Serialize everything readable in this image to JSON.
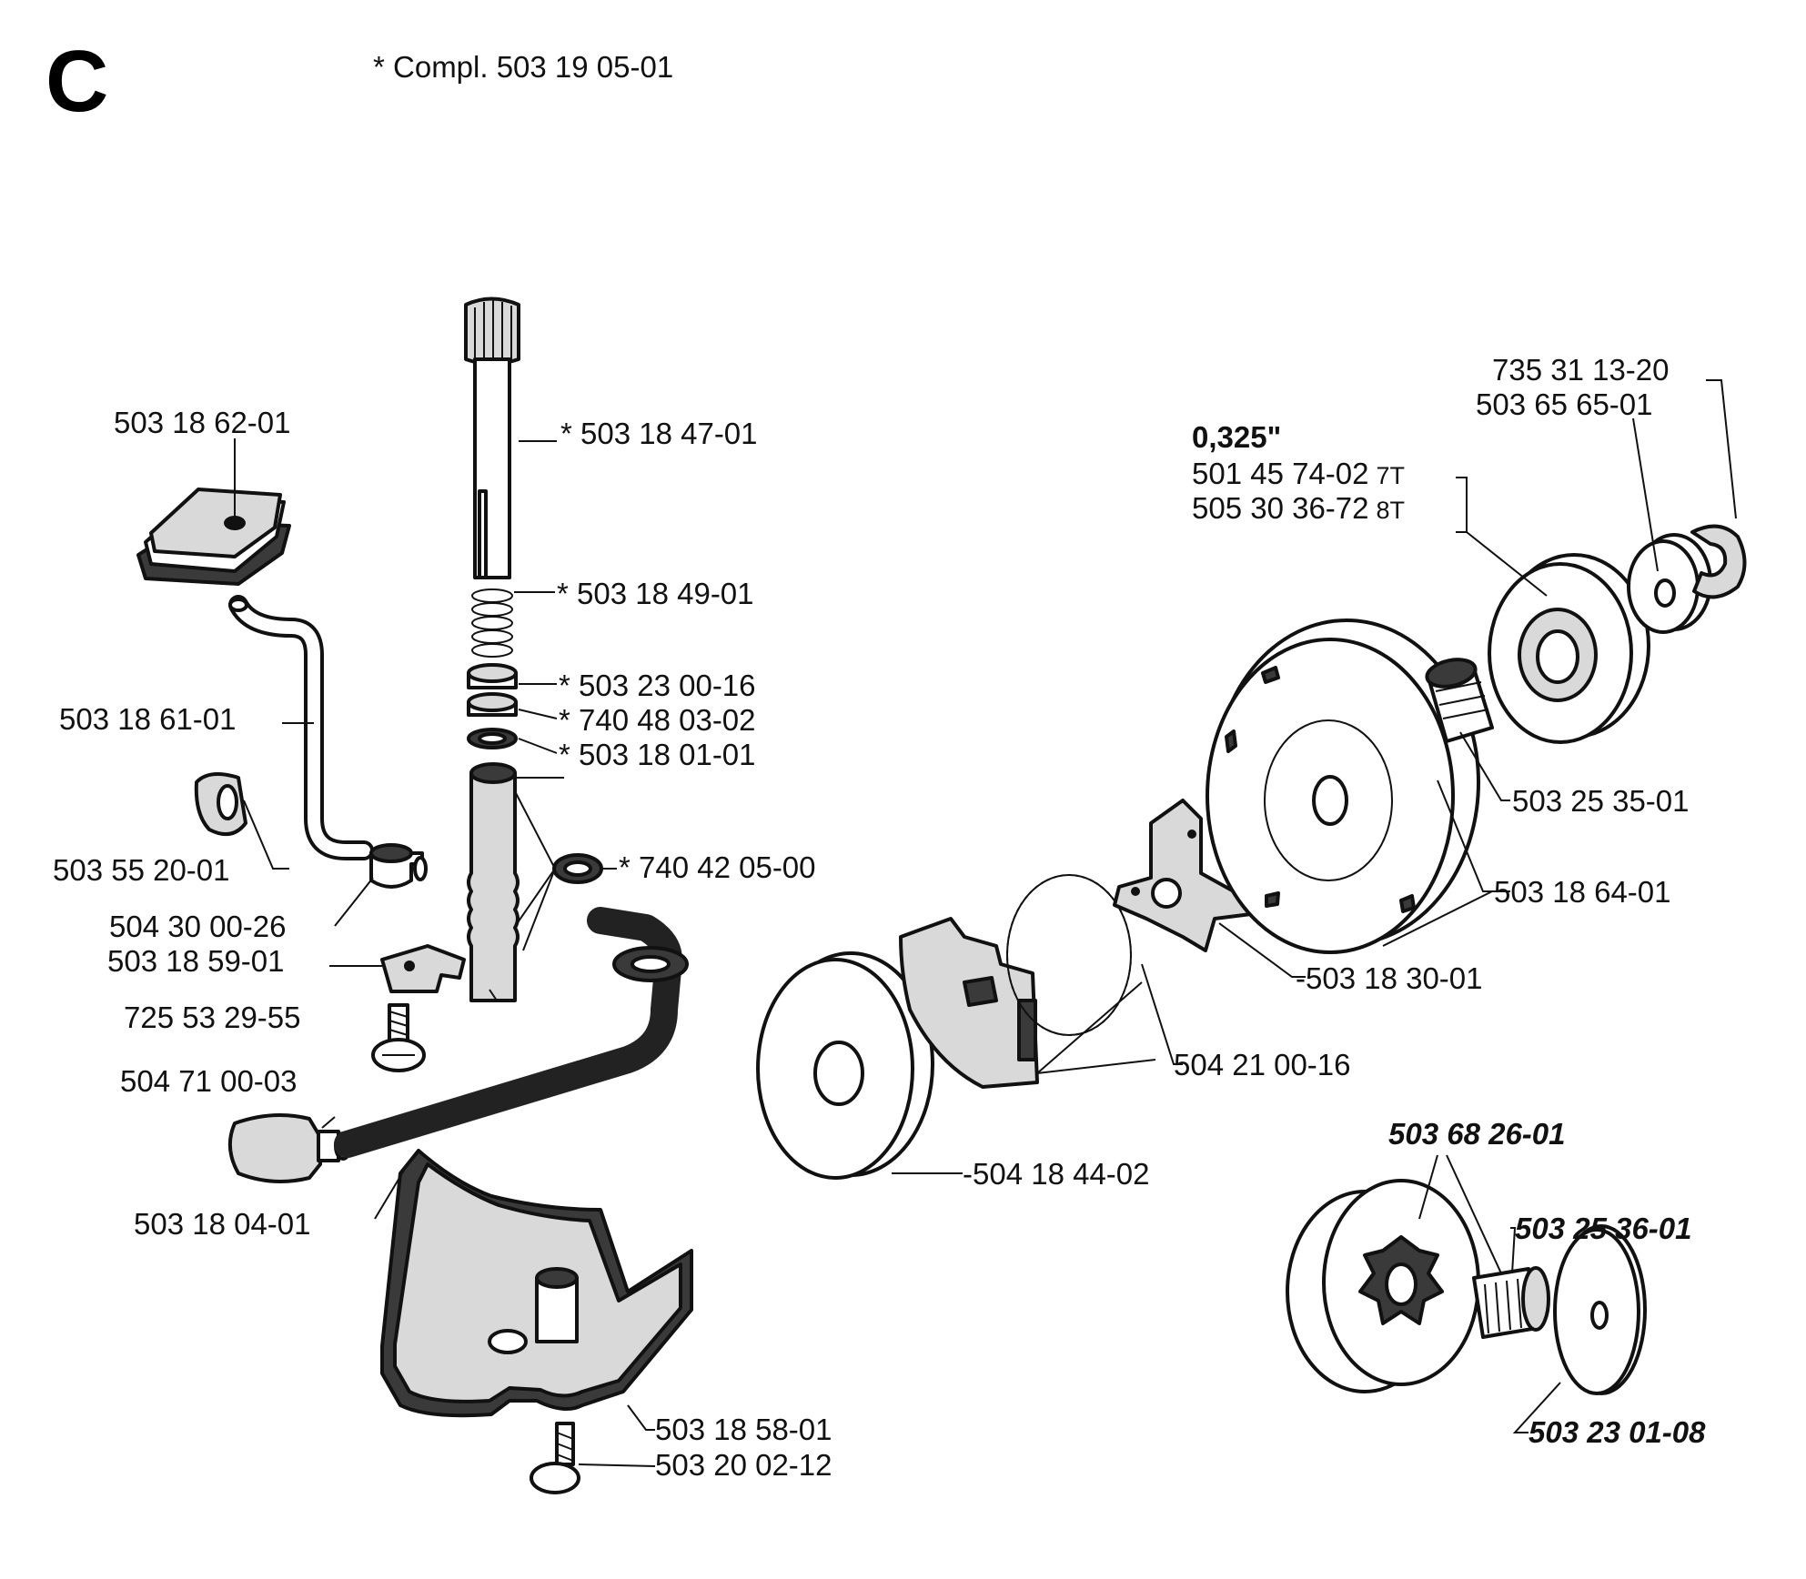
{
  "section_letter": "C",
  "assembly_note": "* Compl. 503 19 05-01",
  "gauge": "0,325\"",
  "labels": {
    "l01": "503 18 62-01",
    "l02": "* 503 18 47-01",
    "l03": "* 503 18 49-01",
    "l04": "503 18 61-01",
    "l05": "* 503 23 00-16",
    "l06": "* 740 48 03-02",
    "l07": "* 503 18 01-01",
    "l08": "503 55 20-01",
    "l09": "* 740 42 05-00",
    "l10": "504 30 00-26",
    "l11": "503 18 59-01",
    "l12": "725 53 29-55",
    "l13": "504 71 00-03",
    "l14": "503 18 04-01",
    "l15": "503 18 58-01",
    "l16": "503 20 02-12",
    "l17": "735 31 13-20",
    "l18": "503 65 65-01",
    "l19": "501 45 74-02",
    "l19s": "7T",
    "l20": "505 30 36-72",
    "l20s": "8T",
    "l21": "503 25 35-01",
    "l22": "503 18 64-01",
    "l23": "-503 18 30-01",
    "l24": "504 21 00-16",
    "l25": "-504 18 44-02",
    "l26": "503 68 26-01",
    "l27": "503 25 36-01",
    "l28": "503 23 01-08"
  }
}
